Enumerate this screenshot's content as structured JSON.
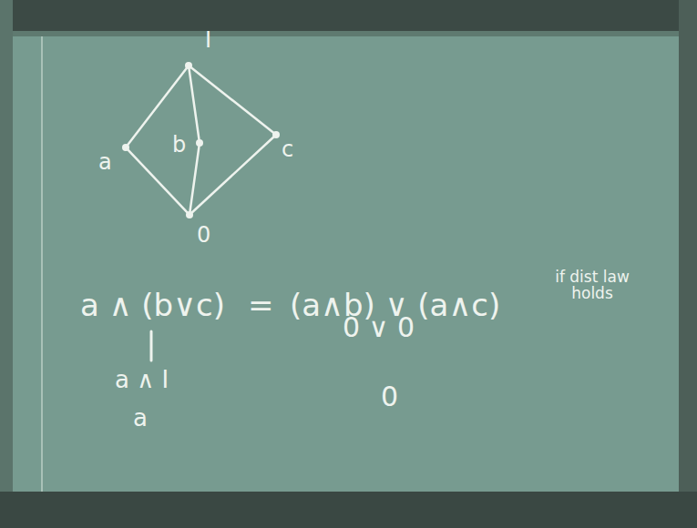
{
  "diagram": {
    "nodes": [
      {
        "text": [
          "I"
        ]
      },
      {
        "text": [
          "a"
        ]
      },
      {
        "text": [
          "b"
        ]
      },
      {
        "text": [
          "c"
        ]
      },
      {
        "text": [
          "0"
        ]
      }
    ],
    "edges": [
      {
        "from": 0,
        "to": 1,
        "arrow": "none"
      },
      {
        "from": 0,
        "to": 2,
        "arrow": "none"
      },
      {
        "from": 0,
        "to": 3,
        "arrow": "none"
      },
      {
        "from": 1,
        "to": 4,
        "arrow": "none"
      },
      {
        "from": 2,
        "to": 4,
        "arrow": "none"
      },
      {
        "from": 3,
        "to": 4,
        "arrow": "none"
      }
    ],
    "labels": [
      "a ∧ (b∨c)",
      "=",
      "(a∧b) ∨ (a∧c)",
      "if dist law holds",
      "0 ∨ 0",
      "a ∧ I",
      "a",
      "0"
    ]
  }
}
